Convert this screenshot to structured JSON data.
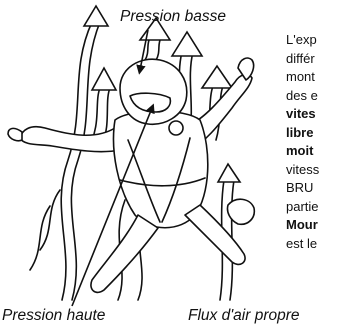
{
  "labels": {
    "low_pressure": "Pression basse",
    "high_pressure": "Pression haute",
    "clean_airflow": "Flux d'air propre"
  },
  "side_text_lines": [
    {
      "text": "L'exp",
      "bold": false
    },
    {
      "text": "différ",
      "bold": false
    },
    {
      "text": "mont",
      "bold": false
    },
    {
      "text": "des e",
      "bold": false
    },
    {
      "text": "vites",
      "bold": true
    },
    {
      "text": "libre",
      "bold": true
    },
    {
      "text": "moit",
      "bold": true
    },
    {
      "text": "vitess",
      "bold": false
    },
    {
      "text": "BRU",
      "bold": false
    },
    {
      "text": "partie",
      "bold": false
    },
    {
      "text": "Mour",
      "bold": true
    },
    {
      "text": "est le",
      "bold": false
    }
  ],
  "colors": {
    "ink": "#111111",
    "background": "#ffffff"
  }
}
